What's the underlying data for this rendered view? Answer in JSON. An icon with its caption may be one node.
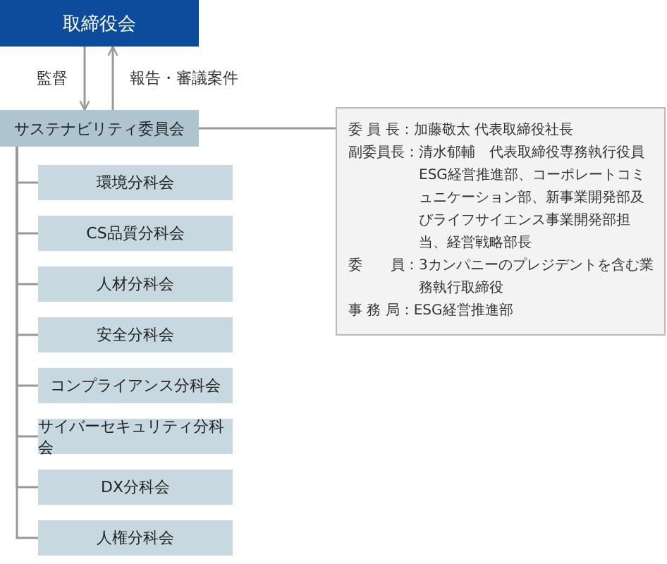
{
  "diagram": {
    "nodes": [
      {
        "text": [
          "取締役会"
        ]
      },
      {
        "text": [
          "サステナビリティ委員会"
        ]
      },
      {
        "text": [
          "環境分科会"
        ]
      },
      {
        "text": [
          "CS品質分科会"
        ]
      },
      {
        "text": [
          "人材分科会"
        ]
      },
      {
        "text": [
          "安全分科会"
        ]
      },
      {
        "text": [
          "コンプライアンス分科会"
        ]
      },
      {
        "text": [
          "サイバーセキュリティ分科会"
        ]
      },
      {
        "text": [
          "DX分科会"
        ]
      },
      {
        "text": [
          "人権分科会"
        ]
      },
      {
        "text": [
          "委 員 長：加藤敬太 代表取締役社長",
          "副委員長：清水郁輔　代表取締役専務執行役員ESG経営推進部、コーポレートコミュニケーション部、新事業開発部及びライフサイエンス事業開発部担当、経営戦略部長",
          "委　　員：3カンパニーのプレジデントを含む業務執行取締役",
          "事 務 局：ESG経営推進部"
        ]
      }
    ],
    "edges": [
      {
        "from": 0,
        "to": 1,
        "arrow": "to",
        "label": "監督"
      },
      {
        "from": 1,
        "to": 0,
        "arrow": "to",
        "label": "報告・審議案件"
      },
      {
        "from": 1,
        "to": 2,
        "arrow": "none"
      },
      {
        "from": 1,
        "to": 3,
        "arrow": "none"
      },
      {
        "from": 1,
        "to": 4,
        "arrow": "none"
      },
      {
        "from": 1,
        "to": 5,
        "arrow": "none"
      },
      {
        "from": 1,
        "to": 6,
        "arrow": "none"
      },
      {
        "from": 1,
        "to": 7,
        "arrow": "none"
      },
      {
        "from": 1,
        "to": 8,
        "arrow": "none"
      },
      {
        "from": 1,
        "to": 9,
        "arrow": "none"
      },
      {
        "from": 1,
        "to": 10,
        "arrow": "none"
      }
    ]
  }
}
